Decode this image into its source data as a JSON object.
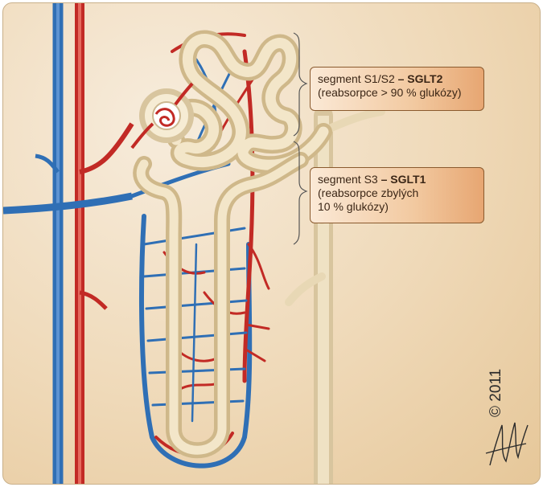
{
  "callouts": {
    "s12": {
      "segment": "segment S1/S2",
      "transporter": "– SGLT2",
      "detail": "(reabsorpce > 90 % glukózy)"
    },
    "s3": {
      "segment": "segment S3",
      "transporter": "– SGLT1",
      "detail_line1": "(reabsorpce zbylých",
      "detail_line2": "10 % glukózy)"
    }
  },
  "copyright": "© 2011",
  "colors": {
    "artery": "#d2312b",
    "vein": "#2f6fb5",
    "tubule": "#ecdcb8",
    "callout_border": "#8a5a2e"
  }
}
